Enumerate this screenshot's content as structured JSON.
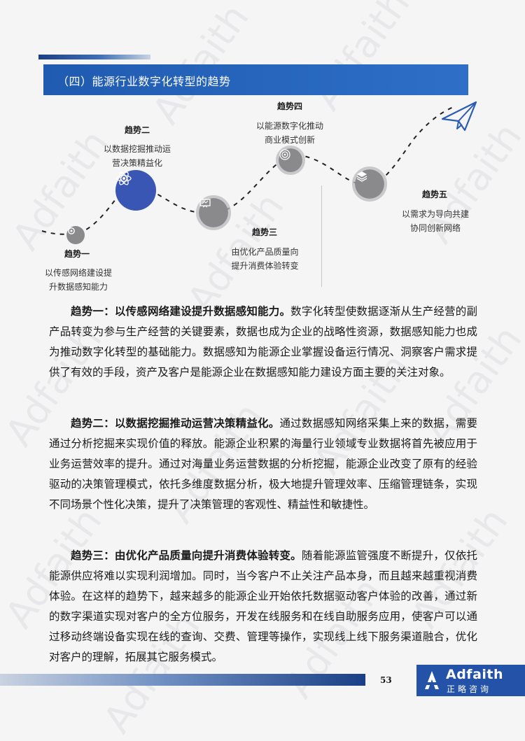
{
  "section": {
    "title": "（四）能源行业数字化转型的趋势"
  },
  "trends": [
    {
      "label": "趋势一",
      "desc_lines": [
        "以传感网络建设提",
        "升数据感知能力"
      ]
    },
    {
      "label": "趋势二",
      "desc_lines": [
        "以数据挖掘推动运",
        "营决策精益化"
      ]
    },
    {
      "label": "趋势三",
      "desc_lines": [
        "由优化产品质量向",
        "提升消费体验转变"
      ]
    },
    {
      "label": "趋势四",
      "desc_lines": [
        "以能源数字化推动",
        "商业模式创新"
      ]
    },
    {
      "label": "趋势五",
      "desc_lines": [
        "以需求为导向共建",
        "协同创新网络"
      ]
    }
  ],
  "icons": [
    "settings-icon",
    "atom-icon",
    "presentation-icon",
    "target-icon",
    "layers-icon",
    "paper-plane-icon"
  ],
  "paragraphs": [
    {
      "lead": "趋势一：以传感网络建设提升数据感知能力。",
      "body": "数字化转型使数据逐渐从生产经营的副产品转变为参与生产经营的关键要素，数据也成为企业的战略性资源，数据感知能力也成为推动数字化转型的基础能力。数据感知为能源企业掌握设备运行情况、洞察客户需求提供了有效的手段，资产及客户是能源企业在数据感知能力建设方面主要的关注对象。"
    },
    {
      "lead": "趋势二：以数据挖掘推动运营决策精益化。",
      "body": "通过数据感知网络采集上来的数据，需要通过分析挖掘来实现价值的释放。能源企业积累的海量行业领域专业数据将首先被应用于业务运营效率的提升。通过对海量业务运营数据的分析挖掘，能源企业改变了原有的经验驱动的决策管理模式，依托多维度数据分析，极大地提升管理效率、压缩管理链条，实现不同场景个性化决策，提升了决策管理的客观性、精益性和敏捷性。"
    },
    {
      "lead": "趋势三：由优化产品质量向提升消费体验转变。",
      "body": "随着能源监管强度不断提升，仅依托能源供应将难以实现利润增加。同时，当今客户不止关注产品本身，而且越来越重视消费体验。在这样的趋势下，越来越多的能源企业开始依托数据驱动客户体验的改善，通过新的数字渠道实现对客户的全方位服务，开发在线服务和在线自助服务应用，使客户可以通过移动终端设备实现在线的查询、交费、管理等操作，实现线上线下服务渠道融合，优化对客户的理解，拓展其它服务模式。"
    }
  ],
  "footer": {
    "page_number": "53",
    "brand": "Adfaith",
    "brand_cn": "正略咨询"
  },
  "watermark": "Adfaith",
  "colors": {
    "primary": "#2452a8",
    "node_gray": "#8a8a8c",
    "node_blue": "#3a56b5"
  }
}
